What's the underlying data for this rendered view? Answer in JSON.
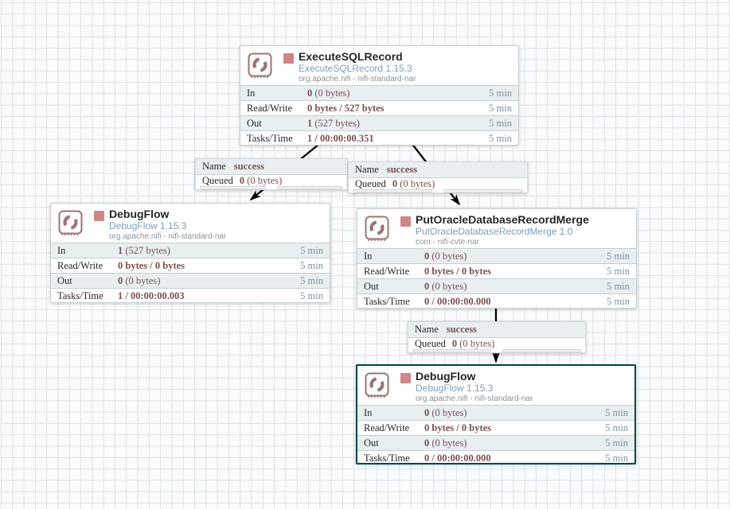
{
  "colors": {
    "stopped_square": "#d18686",
    "selection_border": "#004849",
    "stat_value": "#775351",
    "type_text": "#7ba0b5",
    "window_text": "#7d929e",
    "icon_rose": "#9b7476"
  },
  "processors": [
    {
      "title": "ExecuteSQLRecord",
      "type_version": "ExecuteSQLRecord 1.15.3",
      "bundle": "org.apache.nifi - nifi-standard-nar",
      "state": "stopped",
      "stats": [
        {
          "label": "In",
          "value_bold": "0",
          "value_rest": " (0 bytes)",
          "window": "5 min"
        },
        {
          "label": "Read/Write",
          "value_bold": "0 bytes / 527 bytes",
          "value_rest": "",
          "window": "5 min"
        },
        {
          "label": "Out",
          "value_bold": "1",
          "value_rest": " (527 bytes)",
          "window": "5 min"
        },
        {
          "label": "Tasks/Time",
          "value_bold": "1 / 00:00:00.351",
          "value_rest": "",
          "window": "5 min"
        }
      ]
    },
    {
      "title": "DebugFlow",
      "type_version": "DebugFlow 1.15.3",
      "bundle": "org.apache.nifi - nifi-standard-nar",
      "state": "stopped",
      "stats": [
        {
          "label": "In",
          "value_bold": "1",
          "value_rest": " (527 bytes)",
          "window": "5 min"
        },
        {
          "label": "Read/Write",
          "value_bold": "0 bytes / 0 bytes",
          "value_rest": "",
          "window": "5 min"
        },
        {
          "label": "Out",
          "value_bold": "0",
          "value_rest": " (0 bytes)",
          "window": "5 min"
        },
        {
          "label": "Tasks/Time",
          "value_bold": "1 / 00:00:00.003",
          "value_rest": "",
          "window": "5 min"
        }
      ]
    },
    {
      "title": "PutOracleDatabaseRecordMerge",
      "type_version": "PutOracleDatabaseRecordMerge 1.0",
      "bundle": "com - nifi-cvte-nar",
      "state": "stopped",
      "stats": [
        {
          "label": "In",
          "value_bold": "0",
          "value_rest": " (0 bytes)",
          "window": "5 min"
        },
        {
          "label": "Read/Write",
          "value_bold": "0 bytes / 0 bytes",
          "value_rest": "",
          "window": "5 min"
        },
        {
          "label": "Out",
          "value_bold": "0",
          "value_rest": " (0 bytes)",
          "window": "5 min"
        },
        {
          "label": "Tasks/Time",
          "value_bold": "0 / 00:00:00.000",
          "value_rest": "",
          "window": "5 min"
        }
      ]
    },
    {
      "title": "DebugFlow",
      "type_version": "DebugFlow 1.15.3",
      "bundle": "org.apache.nifi - nifi-standard-nar",
      "state": "stopped",
      "selected": true,
      "stats": [
        {
          "label": "In",
          "value_bold": "0",
          "value_rest": " (0 bytes)",
          "window": "5 min"
        },
        {
          "label": "Read/Write",
          "value_bold": "0 bytes / 0 bytes",
          "value_rest": "",
          "window": "5 min"
        },
        {
          "label": "Out",
          "value_bold": "0",
          "value_rest": " (0 bytes)",
          "window": "5 min"
        },
        {
          "label": "Tasks/Time",
          "value_bold": "0 / 00:00:00.000",
          "value_rest": "",
          "window": "5 min"
        }
      ]
    }
  ],
  "connections": [
    {
      "name_label": "Name",
      "name_value": "success",
      "queued_label": "Queued",
      "queued_bold": "0",
      "queued_rest": " (0 bytes)"
    },
    {
      "name_label": "Name",
      "name_value": "success",
      "queued_label": "Queued",
      "queued_bold": "0",
      "queued_rest": " (0 bytes)"
    },
    {
      "name_label": "Name",
      "name_value": "success",
      "queued_label": "Queued",
      "queued_bold": "0",
      "queued_rest": " (0 bytes)"
    }
  ]
}
